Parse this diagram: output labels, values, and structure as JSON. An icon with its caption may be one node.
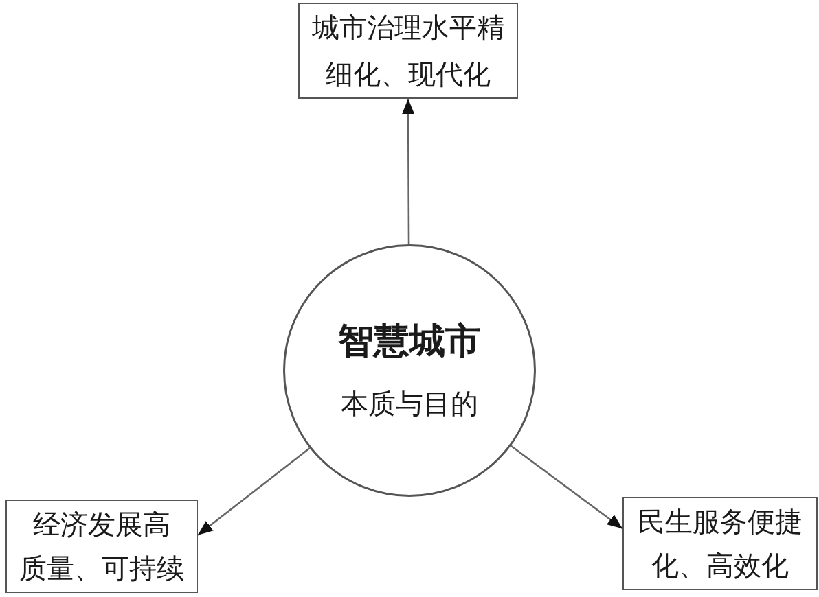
{
  "diagram": {
    "nodes": [
      {
        "text": [
          "城市治理水平精细化、现代化"
        ]
      },
      {
        "text": [
          "智慧城市",
          "本质与目的"
        ]
      },
      {
        "text": [
          "经济发展高质量、可持续"
        ]
      },
      {
        "text": [
          "民生服务便捷化、高效化"
        ]
      }
    ],
    "edges": [
      {
        "from": 1,
        "to": 0,
        "arrow": "to"
      },
      {
        "from": 1,
        "to": 2,
        "arrow": "to"
      },
      {
        "from": 1,
        "to": 3,
        "arrow": "to"
      }
    ]
  }
}
